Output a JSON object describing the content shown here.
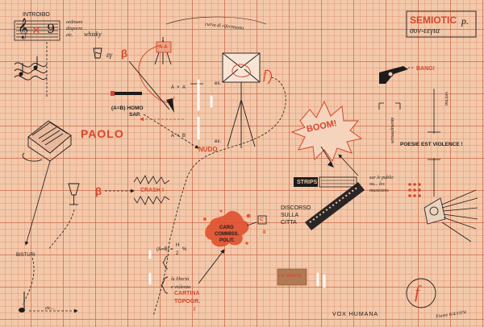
{
  "palette": {
    "ink": "#1d1b1b",
    "red": "#d9442c",
    "paper": "#f2c9aa"
  },
  "top_left": {
    "intro": "INTROIBO",
    "clef_glyph": "𝄞",
    "sign_glyph": "×",
    "flat_glyph": "9",
    "ordinare": "ordinare",
    "disporre": "disporre",
    "etc": "etc.",
    "whisky": "whisky"
  },
  "greek": {
    "eg": "εγ",
    "beta": "β"
  },
  "easel_label": "A-A",
  "curve_label": "curva di riferimento",
  "semiotic": {
    "title": "SEMIOTIC",
    "p": "p.",
    "subtitle": "συν-εεγια"
  },
  "formula_left": {
    "a1": "A",
    "x": "×",
    "a2": "A",
    "a3": "A",
    "times": "×",
    "b": "B"
  },
  "ex1": "ex.",
  "ex2": "ex.",
  "homo": {
    "line1": "(A=B) HOMO",
    "line2": "SAP."
  },
  "paolo": "PAOLO",
  "nudo": "NUDO",
  "f_top": "f",
  "boom": "BOOM!",
  "bang": "BANG!",
  "vertical_left": "sensualmente",
  "vertical_right": "vetrina",
  "poesie": "POESIE EST VIOLENCE !",
  "beta_left": "β",
  "crash": "CRASH !",
  "strips": "STRIPS",
  "public": {
    "line1": "sur le public",
    "line2": "ou... les",
    "line3": "musiciens"
  },
  "discorso": {
    "line1": "DISCORSO",
    "line2": "SULLA",
    "line3": "CITTA"
  },
  "caro": {
    "line1": "CARO",
    "line2": "COMMISS.",
    "line3": "POLIT."
  },
  "c_box": "C",
  "ii": "II",
  "fraction": {
    "lhs": "(A=B) =",
    "num": "H",
    "den": "2",
    "pct": "%"
  },
  "brace_lines": {
    "line1": "la libertà",
    "line2": "e violenza"
  },
  "cartina": {
    "line1": "CARTINA",
    "line2": "TOPOGR.",
    "line3": "I"
  },
  "bisturi": "BISTURI",
  "etc_bottom": "etc...",
  "stamp": "LA LIBERTA",
  "vox": "VOX HUMANA",
  "f_bottom": "f",
  "signature": "Fiume 6/4/1974"
}
